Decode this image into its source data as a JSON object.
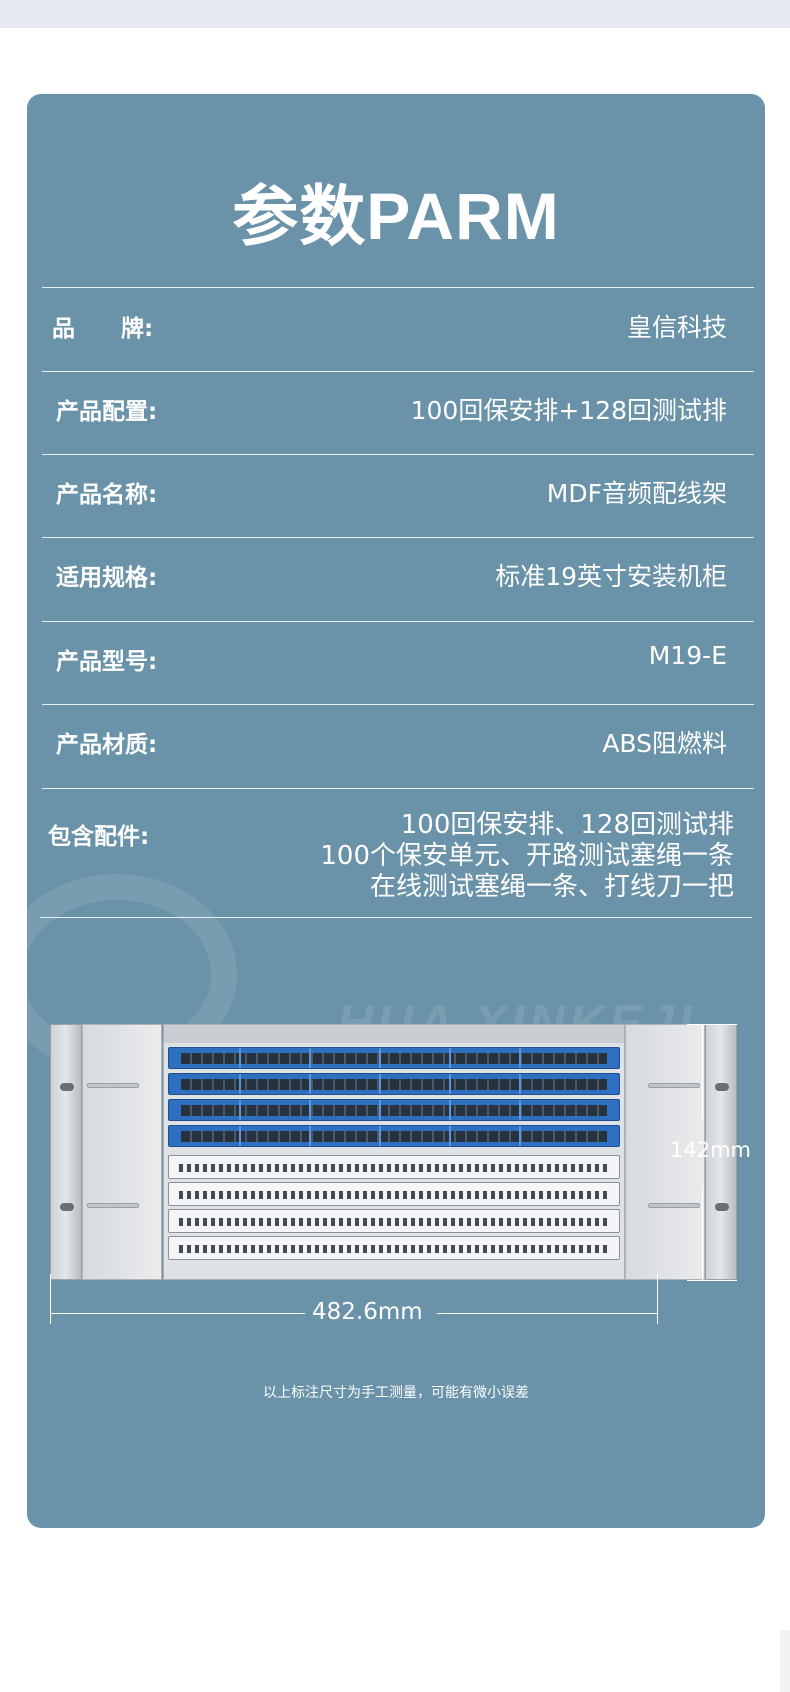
{
  "title": {
    "cn": "参数",
    "en": "PARM"
  },
  "specs": [
    {
      "label": "品　　牌:",
      "value": "皇信科技"
    },
    {
      "label": "产品配置:",
      "value": "100回保安排+128回测试排"
    },
    {
      "label": "产品名称:",
      "value": "MDF音频配线架"
    },
    {
      "label": "适用规格:",
      "value": "标准19英寸安装机柜"
    },
    {
      "label": "产品型号:",
      "value": "M19-E"
    },
    {
      "label": "产品材质:",
      "value": "ABS阻燃料"
    }
  ],
  "includes": {
    "label": "包含配件:",
    "lines": [
      "100回保安排、128回测试排",
      "100个保安单元、开路测试塞绳一条",
      "在线测试塞绳一条、打线刀一把"
    ]
  },
  "dimensions": {
    "height": "142mm",
    "width": "482.6mm"
  },
  "note": "以上标注尺寸为手工测量，可能有微小误差",
  "watermark_text": "HUA XINKEJI",
  "colors": {
    "card": "#6a92a8",
    "accent_blue": "#2f6fc0"
  }
}
